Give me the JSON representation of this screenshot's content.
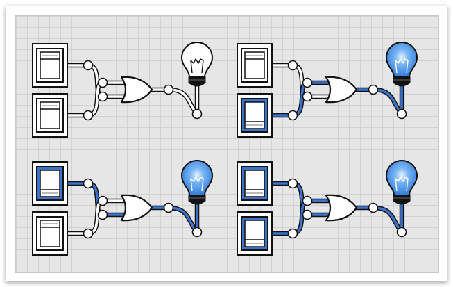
{
  "colors": {
    "grid_background": "#e6e6e6",
    "grid_lines": "#d1d1d1",
    "wire_on": "#3a73c9",
    "wire_off": "#ffffff",
    "bulb_on": "#3e8ee8",
    "bulb_off": "#ffffff",
    "outline": "#111111"
  },
  "panels": [
    {
      "id": "p1",
      "switch_a": "off",
      "switch_b": "off",
      "output": "off"
    },
    {
      "id": "p2",
      "switch_a": "off",
      "switch_b": "on",
      "output": "on"
    },
    {
      "id": "p3",
      "switch_a": "on",
      "switch_b": "off",
      "output": "on"
    },
    {
      "id": "p4",
      "switch_a": "on",
      "switch_b": "on",
      "output": "on"
    }
  ],
  "icons": {
    "switch": "toggle-switch-icon",
    "gate": "or-gate-icon",
    "bulb": "light-bulb-icon",
    "connector": "wire-connector-icon"
  }
}
